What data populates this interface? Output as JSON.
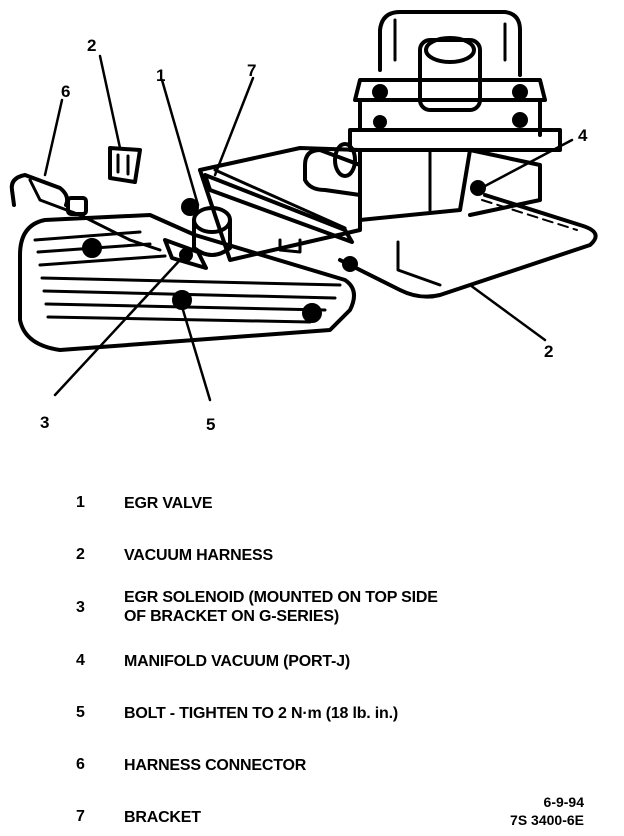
{
  "callouts": {
    "c1": "1",
    "c2_top": "2",
    "c2_right": "2",
    "c3": "3",
    "c4": "4",
    "c5": "5",
    "c6": "6",
    "c7": "7"
  },
  "legend": [
    {
      "num": "1",
      "text": "EGR VALVE"
    },
    {
      "num": "2",
      "text": "VACUUM HARNESS"
    },
    {
      "num": "3",
      "text": "EGR SOLENOID (MOUNTED ON TOP SIDE",
      "text2": "OF BRACKET ON G-SERIES)"
    },
    {
      "num": "4",
      "text": "MANIFOLD VACUUM (PORT-J)"
    },
    {
      "num": "5",
      "text": "BOLT - TIGHTEN TO 2 N·m (18 lb. in.)"
    },
    {
      "num": "6",
      "text": "HARNESS CONNECTOR"
    },
    {
      "num": "7",
      "text": "BRACKET"
    }
  ],
  "figure_code": {
    "date": "6-9-94",
    "id": "7S 3400-6E"
  }
}
